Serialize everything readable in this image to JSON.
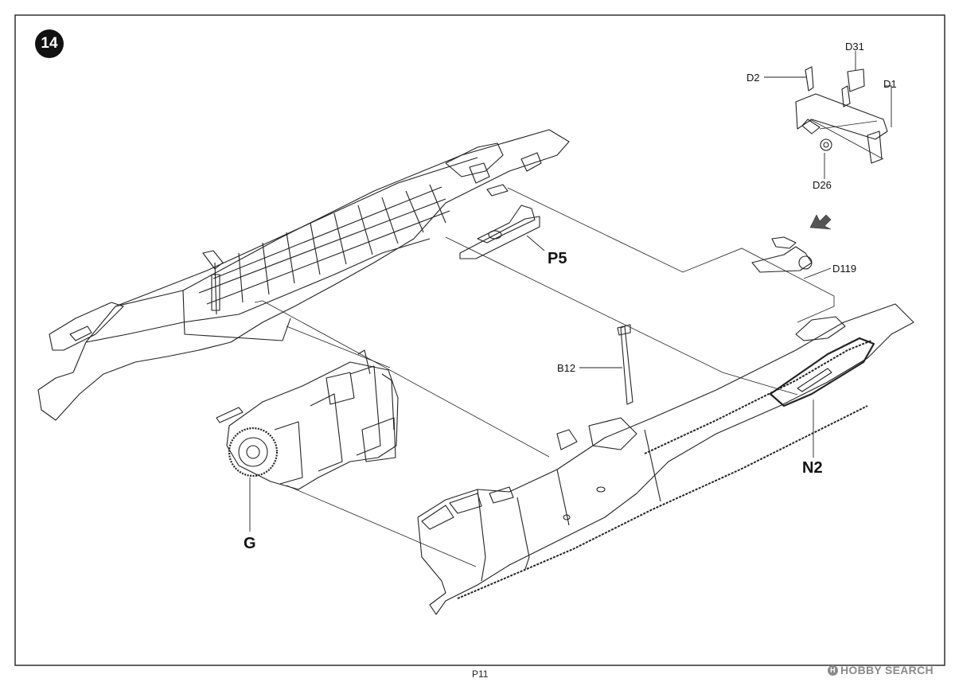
{
  "step": {
    "number": "14"
  },
  "labels": {
    "d31": "D31",
    "d2": "D2",
    "d1": "D1",
    "d26": "D26",
    "d119": "D119",
    "p5": "P5",
    "b12": "B12",
    "n2": "N2",
    "g": "G"
  },
  "footer": {
    "page": "P11"
  },
  "watermark": {
    "logo_mark": "H",
    "text": "HOBBY SEARCH"
  },
  "colors": {
    "line": "#222222",
    "badge": "#111111",
    "watermark": "#8a8a8a",
    "background": "#ffffff"
  }
}
